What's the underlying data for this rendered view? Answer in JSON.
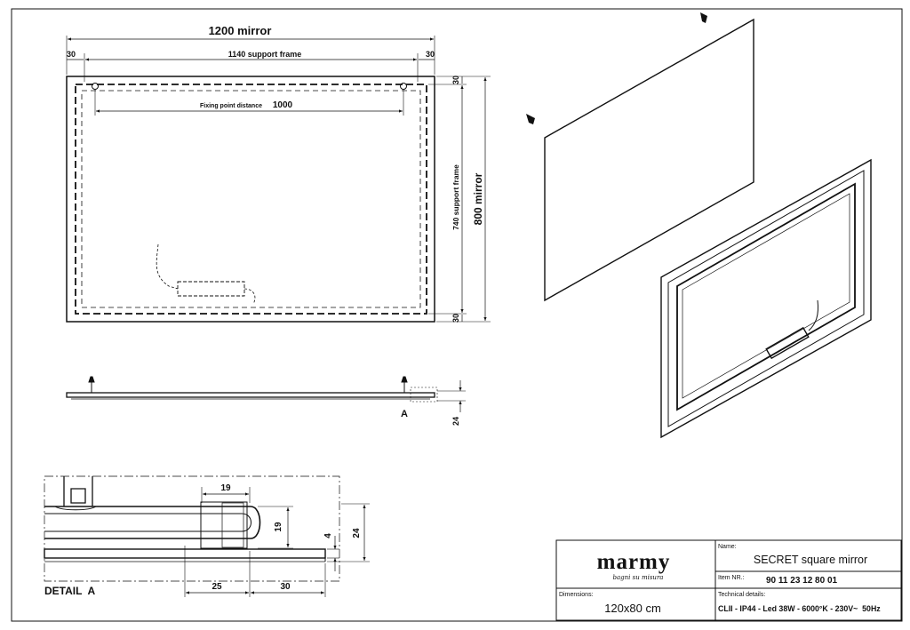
{
  "top_view": {
    "width_mirror": "1200 mirror",
    "width_frame": "1140 support frame",
    "margin_left": "30",
    "margin_right": "30",
    "fixing_distance": "Fixing point distance",
    "fixing_value": "1000",
    "height_frame": "740 support frame",
    "height_mirror": "800 mirror",
    "margin_top": "30",
    "margin_bottom": "30"
  },
  "side_view": {
    "detail_marker": "A",
    "thickness": "24"
  },
  "detail": {
    "title": "DETAIL  A",
    "dim_top": "19",
    "dim_mid": "19",
    "dim_glass": "4",
    "dim_total": "24",
    "dim_bottom_left": "25",
    "dim_bottom_right": "30"
  },
  "title_block": {
    "logo": "marmy",
    "logo_tagline": "bagni su misura",
    "name_label": "Name:",
    "name_value": "SECRET square mirror",
    "item_label": "Item NR.:",
    "item_value": "90 11 23 12 80 01",
    "dimensions_label": "Dimensions:",
    "dimensions_value": "120x80 cm",
    "technical_label": "Technical details:",
    "technical_value": "CLII - IP44 - Led 38W - 6000°K - 230V~  50Hz"
  },
  "colors": {
    "line": "#111111",
    "paper": "#ffffff"
  }
}
